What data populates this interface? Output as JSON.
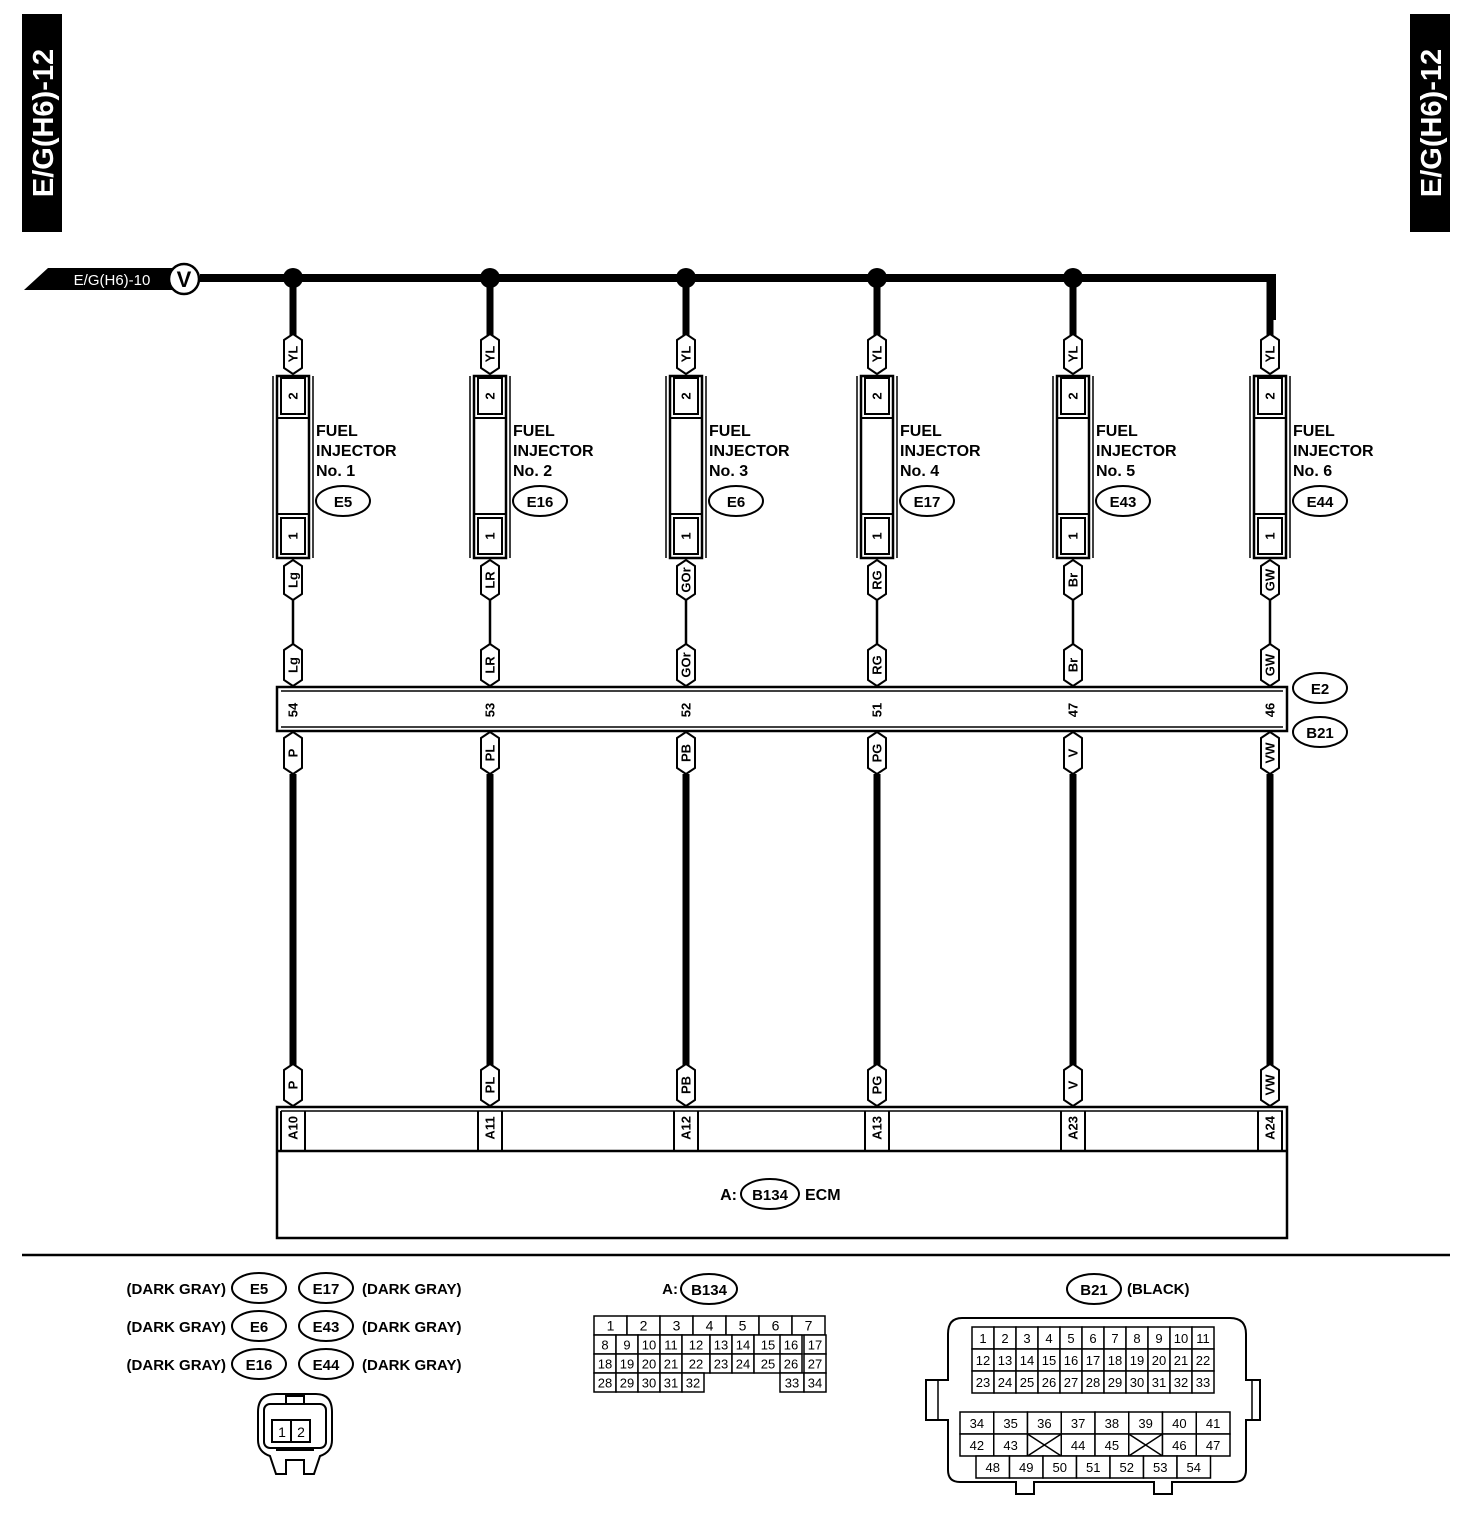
{
  "page_code": "E/G(H6)-12",
  "source_ref": {
    "text": "E/G(H6)-10",
    "letter": "V"
  },
  "injectors": [
    {
      "line1": "FUEL",
      "line2": "INJECTOR",
      "line3": "No. 1",
      "connector": "E5",
      "top_wire": "YL",
      "pin_top": "2",
      "pin_bottom": "1",
      "out_wire": "Lg",
      "e2_wire": "Lg",
      "e2_pin": "54",
      "b21_wire": "P",
      "ecm_wire": "P",
      "ecm_pin": "A10"
    },
    {
      "line1": "FUEL",
      "line2": "INJECTOR",
      "line3": "No. 2",
      "connector": "E16",
      "top_wire": "YL",
      "pin_top": "2",
      "pin_bottom": "1",
      "out_wire": "LR",
      "e2_wire": "LR",
      "e2_pin": "53",
      "b21_wire": "PL",
      "ecm_wire": "PL",
      "ecm_pin": "A11"
    },
    {
      "line1": "FUEL",
      "line2": "INJECTOR",
      "line3": "No. 3",
      "connector": "E6",
      "top_wire": "YL",
      "pin_top": "2",
      "pin_bottom": "1",
      "out_wire": "GOr",
      "e2_wire": "GOr",
      "e2_pin": "52",
      "b21_wire": "PB",
      "ecm_wire": "PB",
      "ecm_pin": "A12"
    },
    {
      "line1": "FUEL",
      "line2": "INJECTOR",
      "line3": "No. 4",
      "connector": "E17",
      "top_wire": "YL",
      "pin_top": "2",
      "pin_bottom": "1",
      "out_wire": "RG",
      "e2_wire": "RG",
      "e2_pin": "51",
      "b21_wire": "PG",
      "ecm_wire": "PG",
      "ecm_pin": "A13"
    },
    {
      "line1": "FUEL",
      "line2": "INJECTOR",
      "line3": "No. 5",
      "connector": "E43",
      "top_wire": "YL",
      "pin_top": "2",
      "pin_bottom": "1",
      "out_wire": "Br",
      "e2_wire": "Br",
      "e2_pin": "47",
      "b21_wire": "V",
      "ecm_wire": "V",
      "ecm_pin": "A23"
    },
    {
      "line1": "FUEL",
      "line2": "INJECTOR",
      "line3": "No. 6",
      "connector": "E44",
      "top_wire": "YL",
      "pin_top": "2",
      "pin_bottom": "1",
      "out_wire": "GW",
      "e2_wire": "GW",
      "e2_pin": "46",
      "b21_wire": "VW",
      "ecm_wire": "VW",
      "ecm_pin": "A24"
    }
  ],
  "joint_connectors": {
    "upper": "E2",
    "lower": "B21"
  },
  "ecm": {
    "prefix": "A:",
    "connector": "B134",
    "label": "ECM"
  },
  "legend": {
    "color_tag": "(DARK GRAY)",
    "left_connectors": [
      "E5",
      "E6",
      "E16"
    ],
    "right_connectors": [
      "E17",
      "E43",
      "E44"
    ],
    "injector_pins": [
      "1",
      "2"
    ],
    "b134": {
      "prefix": "A:",
      "connector": "B134",
      "rows": [
        [
          "1",
          "2",
          "3",
          "4",
          "5",
          "6",
          "7"
        ],
        [
          "8",
          "9",
          "10",
          "11",
          "12",
          "13",
          "14",
          "15",
          "16",
          "17"
        ],
        [
          "18",
          "19",
          "20",
          "21",
          "22",
          "23",
          "24",
          "25",
          "26",
          "27"
        ],
        [
          "28",
          "29",
          "30",
          "31",
          "32",
          "33",
          "34"
        ]
      ]
    },
    "b21": {
      "connector": "B21",
      "color_tag": "(BLACK)",
      "rows": [
        [
          "1",
          "2",
          "3",
          "4",
          "5",
          "6",
          "7",
          "8",
          "9",
          "10",
          "11"
        ],
        [
          "12",
          "13",
          "14",
          "15",
          "16",
          "17",
          "18",
          "19",
          "20",
          "21",
          "22"
        ],
        [
          "23",
          "24",
          "25",
          "26",
          "27",
          "28",
          "29",
          "30",
          "31",
          "32",
          "33"
        ],
        [
          "34",
          "35",
          "36",
          "37",
          "38",
          "39",
          "40",
          "41"
        ],
        [
          "42",
          "43",
          "44",
          "45",
          "46",
          "47"
        ],
        [
          "48",
          "49",
          "50",
          "51",
          "52",
          "53",
          "54"
        ]
      ]
    }
  }
}
